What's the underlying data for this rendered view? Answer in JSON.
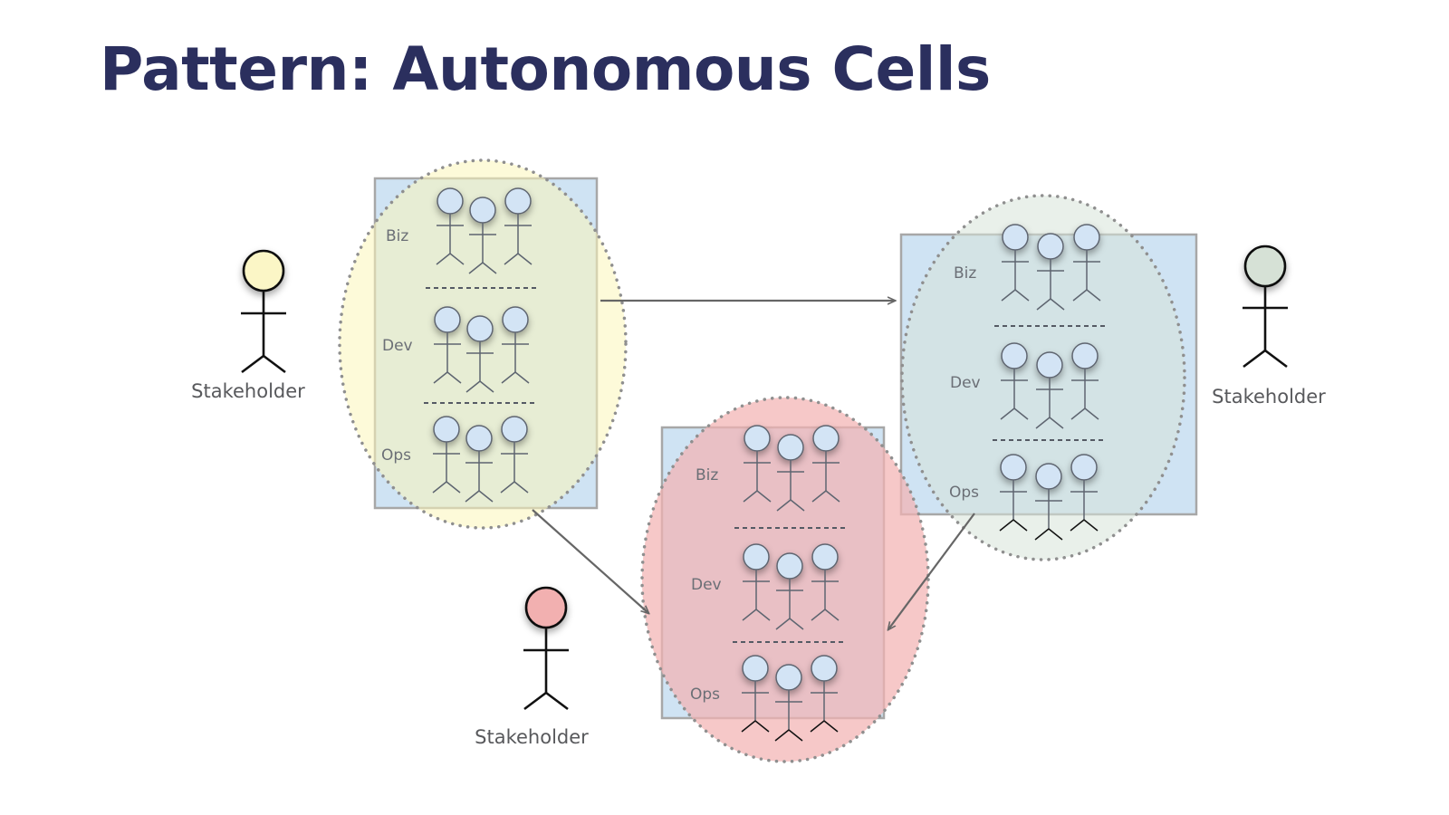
{
  "title": "Pattern: Autonomous Cells",
  "colors": {
    "title": "#2b2f5e",
    "rect_fill": "#cfe3f3",
    "rect_stroke": "#a7a7a7",
    "member_head": "#d3e4f5",
    "member_stroke": "#5e6570",
    "arrow": "#666666"
  },
  "cells": [
    {
      "id": "cell-1",
      "blob_color": "#fbf5b9",
      "sections": [
        "Biz",
        "Dev",
        "Ops"
      ]
    },
    {
      "id": "cell-2",
      "blob_color": "#d7e3d8",
      "sections": [
        "Biz",
        "Dev",
        "Ops"
      ]
    },
    {
      "id": "cell-3",
      "blob_color": "#f3b3b3",
      "sections": [
        "Biz",
        "Dev",
        "Ops"
      ]
    }
  ],
  "stakeholders": [
    {
      "label": "Stakeholder",
      "head_color": "#fbf6c6"
    },
    {
      "label": "Stakeholder",
      "head_color": "#d6e1d6"
    },
    {
      "label": "Stakeholder",
      "head_color": "#f2b0b0"
    }
  ]
}
